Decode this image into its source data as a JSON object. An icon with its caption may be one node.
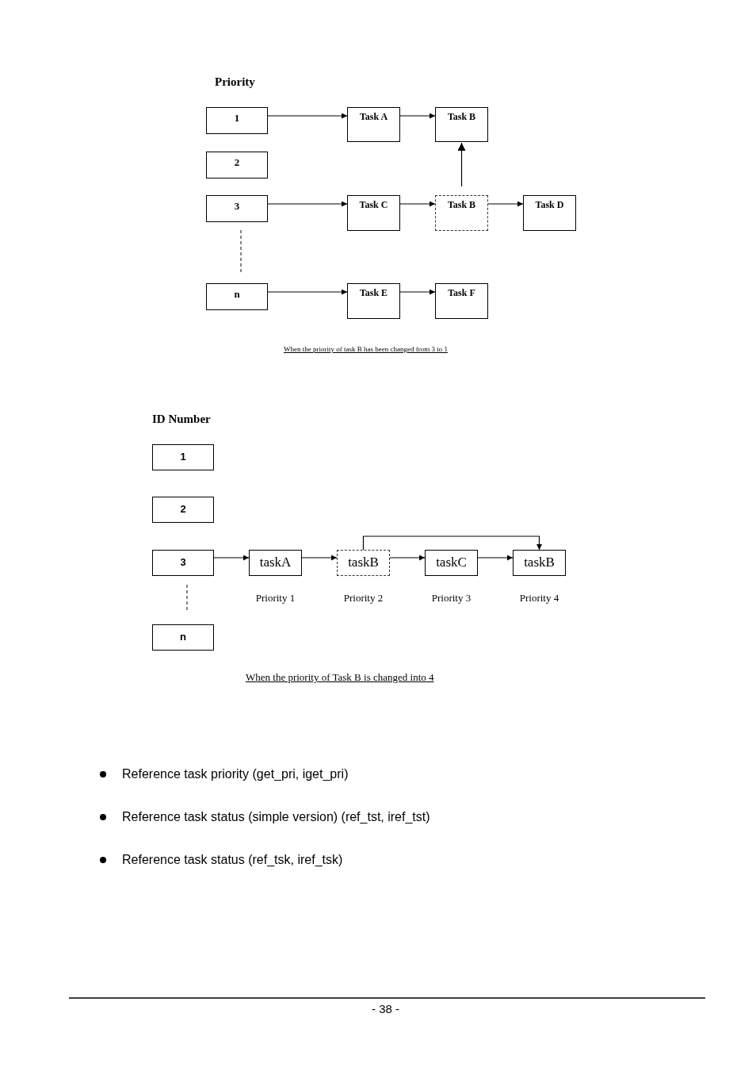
{
  "diagram": {
    "nodes": [
      {
        "text": [
          "1"
        ]
      },
      {
        "text": [
          "2"
        ]
      },
      {
        "text": [
          "3"
        ]
      },
      {
        "text": [
          "n"
        ]
      },
      {
        "text": [
          "Task A"
        ]
      },
      {
        "text": [
          "Task B"
        ]
      },
      {
        "text": [
          "Task C"
        ]
      },
      {
        "text": [
          "Task B"
        ]
      },
      {
        "text": [
          "Task D"
        ]
      },
      {
        "text": [
          "Task E"
        ]
      },
      {
        "text": [
          "Task F"
        ]
      },
      {
        "text": [
          "1"
        ]
      },
      {
        "text": [
          "2"
        ]
      },
      {
        "text": [
          "3"
        ]
      },
      {
        "text": [
          "n"
        ]
      },
      {
        "text": [
          "taskA"
        ],
        "beside": [
          "Priority 1"
        ]
      },
      {
        "text": [
          "taskB"
        ],
        "beside": [
          "Priority 2"
        ]
      },
      {
        "text": [
          "taskC"
        ],
        "beside": [
          "Priority 3"
        ]
      },
      {
        "text": [
          "taskB"
        ],
        "beside": [
          "Priority 4"
        ]
      }
    ],
    "edges": [
      {
        "from": 0,
        "to": 4,
        "arrow": "to"
      },
      {
        "from": 4,
        "to": 5,
        "arrow": "to"
      },
      {
        "from": 2,
        "to": 6,
        "arrow": "to"
      },
      {
        "from": 6,
        "to": 7,
        "arrow": "to"
      },
      {
        "from": 7,
        "to": 8,
        "arrow": "to"
      },
      {
        "from": 7,
        "to": 5,
        "arrow": "to"
      },
      {
        "from": 3,
        "to": 9,
        "arrow": "to"
      },
      {
        "from": 9,
        "to": 10,
        "arrow": "to"
      },
      {
        "from": 13,
        "to": 15,
        "arrow": "to"
      },
      {
        "from": 15,
        "to": 16,
        "arrow": "to"
      },
      {
        "from": 16,
        "to": 17,
        "arrow": "to"
      },
      {
        "from": 17,
        "to": 18,
        "arrow": "to"
      },
      {
        "from": 16,
        "to": 18,
        "arrow": "to"
      }
    ],
    "labels": [
      "Priority",
      "When the priority of task B has been changed from 3 to 1",
      "ID Number",
      "When the priority of Task B is changed into 4",
      "Reference task priority (get_pri, iget_pri)",
      "Reference task status (simple version) (ref_tst, iref_tst)",
      "Reference task status (ref_tsk, iref_tsk)",
      "- 38 -"
    ]
  }
}
